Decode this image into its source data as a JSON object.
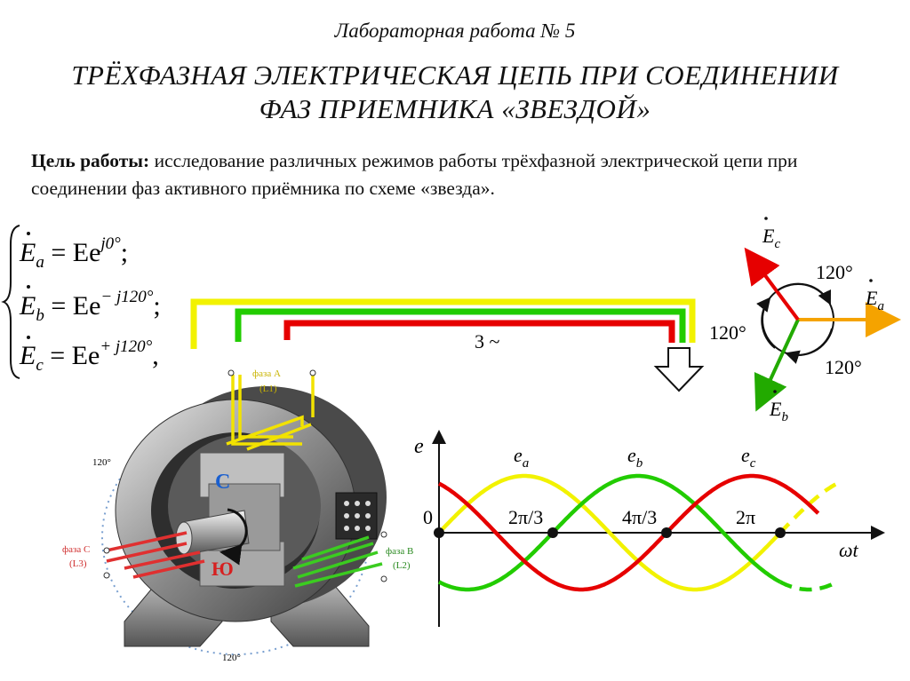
{
  "header": {
    "lab_title": "Лабораторная работа № 5",
    "title_line1": "ТРЁХФАЗНАЯ ЭЛЕКТРИЧЕСКАЯ ЦЕПЬ ПРИ СОЕДИНЕНИИ",
    "title_line2": "ФАЗ ПРИЕМНИКА «ЗВЕЗДОЙ»"
  },
  "goal": {
    "label": "Цель работы:",
    "text": " исследование различных режимов работы трёхфазной электрической цепи при соединении фаз активного приёмника по схеме «звезда»."
  },
  "equations": {
    "a_lhs": "E",
    "a_sub": "a",
    "a_rhs": " = Ee",
    "a_exp": "j0°",
    "a_end": ";",
    "b_lhs": "E",
    "b_sub": "b",
    "b_rhs": " = Ee",
    "b_exp": "− j120°",
    "b_end": ";",
    "c_lhs": "E",
    "c_sub": "c",
    "c_rhs": " = Ee",
    "c_exp": "+ j120°",
    "c_end": ","
  },
  "bus": {
    "label": "3 ~"
  },
  "phasor": {
    "ea_main": "E",
    "ea_sub": "a",
    "eb_main": "E",
    "eb_sub": "b",
    "ec_main": "E",
    "ec_sub": "c",
    "angle_top": "120°",
    "angle_left": "120°",
    "angle_bottom": "120°"
  },
  "generator": {
    "phase_a_line1": "фаза А",
    "phase_a_line2": "(L1)",
    "phase_b_line1": "фаза В",
    "phase_b_line2": "(L2)",
    "phase_c_line1": "фаза С",
    "phase_c_line2": "(L3)",
    "pole_n": "С",
    "pole_s": "Ю",
    "angle_label_top": "120°",
    "angle_label_bottom": "120°"
  },
  "chart_data": {
    "type": "line",
    "title": "",
    "ylabel": "e",
    "xlabel": "ωt",
    "x_ticks": [
      {
        "x_deg": 0,
        "label": "0"
      },
      {
        "x_deg": 120,
        "label": "2π/3"
      },
      {
        "x_deg": 240,
        "label": "4π/3"
      },
      {
        "x_deg": 360,
        "label": "2π"
      }
    ],
    "xlim_deg": [
      0,
      450
    ],
    "ylim": [
      -1.2,
      1.2
    ],
    "series": [
      {
        "name": "e",
        "sub": "a",
        "phase_deg": 0,
        "color": "#f2f200",
        "x_range_deg": [
          0,
          360
        ],
        "dashed_range_deg": [
          360,
          420
        ]
      },
      {
        "name": "e",
        "sub": "b",
        "phase_deg": -120,
        "color": "#22cc00",
        "x_range_deg": [
          0,
          360
        ],
        "dashed_range_deg": [
          360,
          420
        ]
      },
      {
        "name": "e",
        "sub": "c",
        "phase_deg": 120,
        "color": "#e60000",
        "x_range_deg": [
          0,
          400
        ]
      }
    ]
  },
  "colors": {
    "phase_a": "#f2f200",
    "phase_b": "#22cc00",
    "phase_c": "#e60000",
    "phasor_a": "#f5a300"
  }
}
